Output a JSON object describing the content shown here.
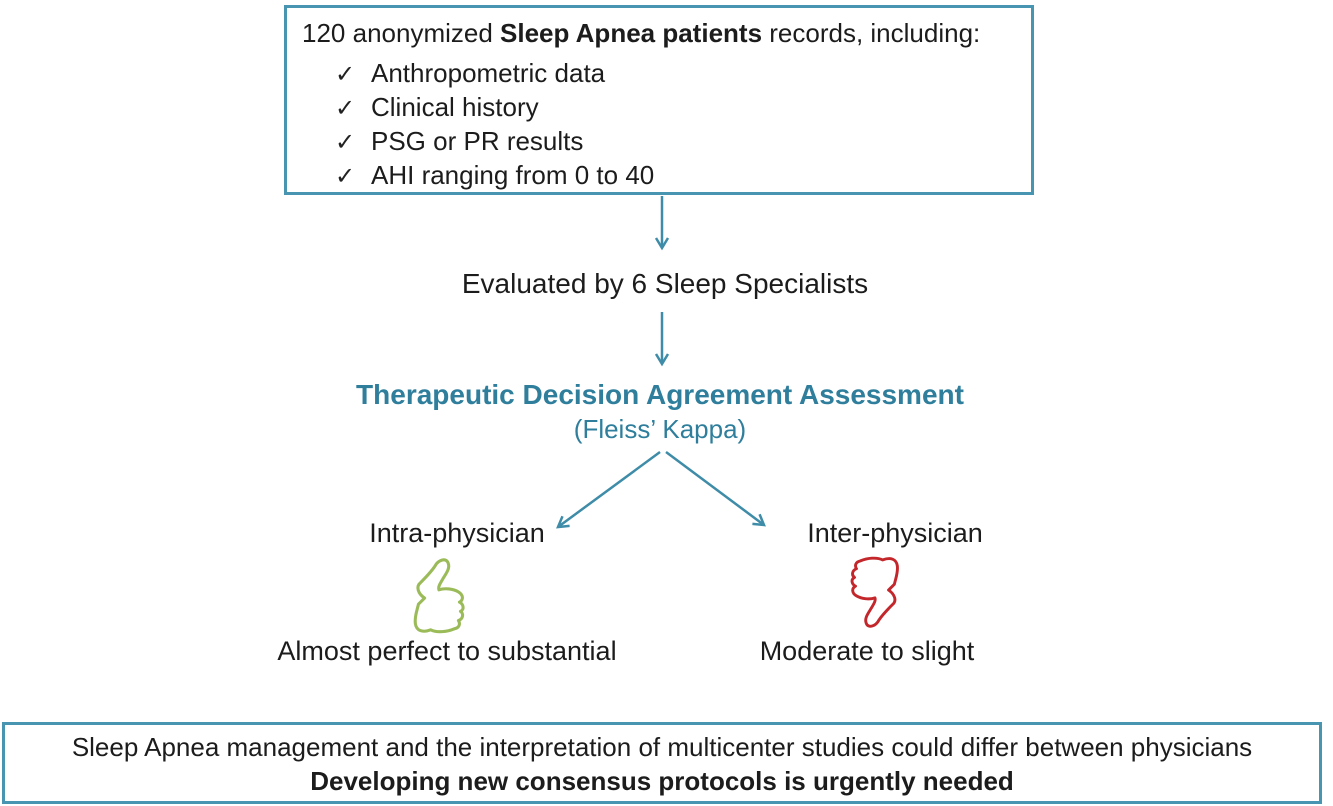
{
  "colors": {
    "box_border_teal": "#4795B0",
    "arrow_teal": "#3E8CA8",
    "heading_teal": "#2E7E9C",
    "thumb_up_green": "#9BBB59",
    "thumb_down_red": "#C3272B",
    "text_black": "#1c1c1c"
  },
  "top_box": {
    "intro_prefix": "120 anonymized ",
    "intro_bold": "Sleep Apnea patients",
    "intro_suffix": " records, including:",
    "items": [
      {
        "check": "✓",
        "label": "Anthropometric data"
      },
      {
        "check": "✓",
        "label": "Clinical history"
      },
      {
        "check": "✓",
        "label": "PSG or PR results"
      },
      {
        "check": "✓",
        "label": "AHI ranging from 0 to 40"
      }
    ]
  },
  "evaluated_label": "Evaluated by 6 Sleep Specialists",
  "assessment": {
    "title": "Therapeutic Decision Agreement Assessment",
    "subtitle": "(Fleiss’ Kappa)"
  },
  "branches": {
    "left": {
      "label": "Intra-physician",
      "icon": "thumbs-up",
      "result": "Almost perfect to substantial"
    },
    "right": {
      "label": "Inter-physician",
      "icon": "thumbs-down",
      "result": "Moderate to slight"
    }
  },
  "conclusion": {
    "line1": "Sleep Apnea management and the interpretation of multicenter studies could differ between physicians",
    "line2": "Developing new consensus protocols is urgently needed"
  }
}
